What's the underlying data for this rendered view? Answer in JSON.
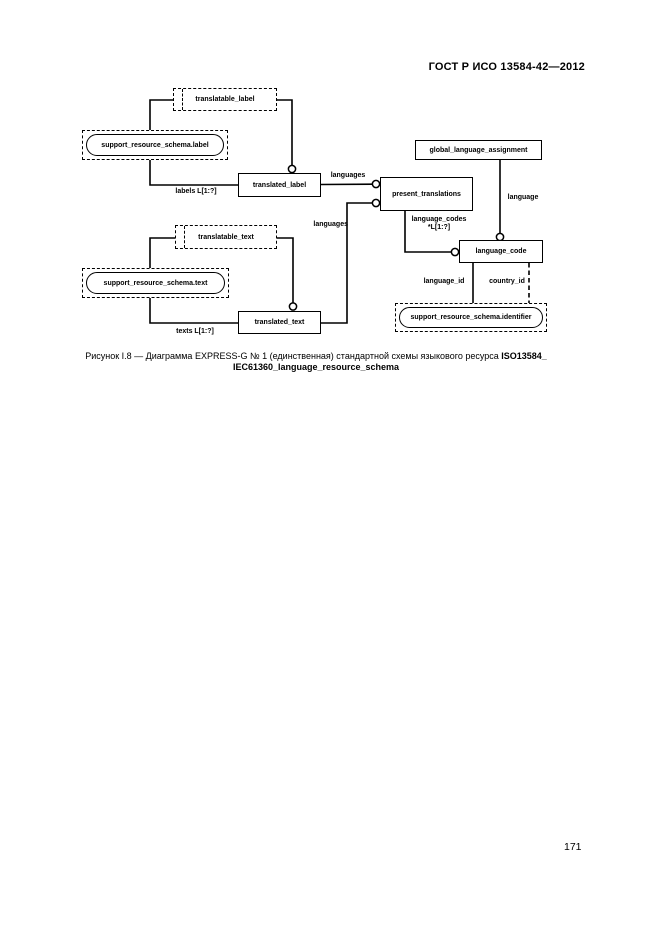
{
  "page": {
    "header": "ГОСТ Р ИСО 13584-42—2012",
    "page_number": "171"
  },
  "caption": {
    "line1_text": "Рисунок I.8 — Диаграмма EXPRESS-G № 1 (единственная) стандартной схемы языкового ресурса ",
    "line1_bold": "ISO13584_",
    "line2_bold": "IEC61360_language_resource_schema"
  },
  "colors": {
    "ink": "#000000",
    "paper": "#ffffff"
  },
  "diagram": {
    "entities": {
      "translatable_label": {
        "label": "translatable_label",
        "type": "dashed-partition"
      },
      "support_resource_schema_label": {
        "label": "support_resource_schema.label",
        "type": "interschema-ref"
      },
      "translated_label": {
        "label": "translated_label",
        "type": "entity"
      },
      "translatable_text": {
        "label": "translatable_text",
        "type": "dashed-partition"
      },
      "support_resource_schema_text": {
        "label": "support_resource_schema.text",
        "type": "interschema-ref"
      },
      "translated_text": {
        "label": "translated_text",
        "type": "entity"
      },
      "present_translations": {
        "label": "present_translations",
        "type": "entity"
      },
      "global_language_assignment": {
        "label": "global_language_assignment",
        "type": "entity"
      },
      "language_code": {
        "label": "language_code",
        "type": "entity"
      },
      "support_resource_schema_identifier": {
        "label": "support_resource_schema.identifier",
        "type": "interschema-ref"
      }
    },
    "edge_labels": {
      "languages_top": "languages",
      "languages_bottom": "languages",
      "labels_list": "labels L[1:?]",
      "texts_list": "texts L[1:?]",
      "language_codes_line1": "language_codes",
      "language_codes_line2": "*L[1:?]",
      "language": "language",
      "language_id": "language_id",
      "country_id": "country_id"
    }
  }
}
